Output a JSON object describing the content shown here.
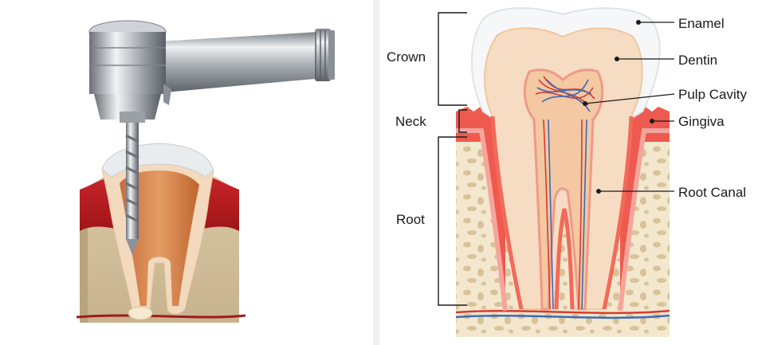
{
  "diagram": {
    "section_labels": {
      "crown": "Crown",
      "neck": "Neck",
      "root": "Root"
    },
    "part_labels": {
      "enamel": "Enamel",
      "dentin": "Dentin",
      "pulp_cavity": "Pulp Cavity",
      "gingiva": "Gingiva",
      "root_canal": "Root Canal"
    }
  },
  "colors": {
    "enamel": "#f6f7f9",
    "dentin": "#f6dcc2",
    "pulp": "#f3c8a2",
    "gingiva": "#ee5a50",
    "bone": "#f3e7cd",
    "bone_pore": "#d9c29a",
    "vessel_red": "#d93a2f",
    "vessel_blue": "#3d6ab5",
    "metal": "#b9bec4"
  }
}
